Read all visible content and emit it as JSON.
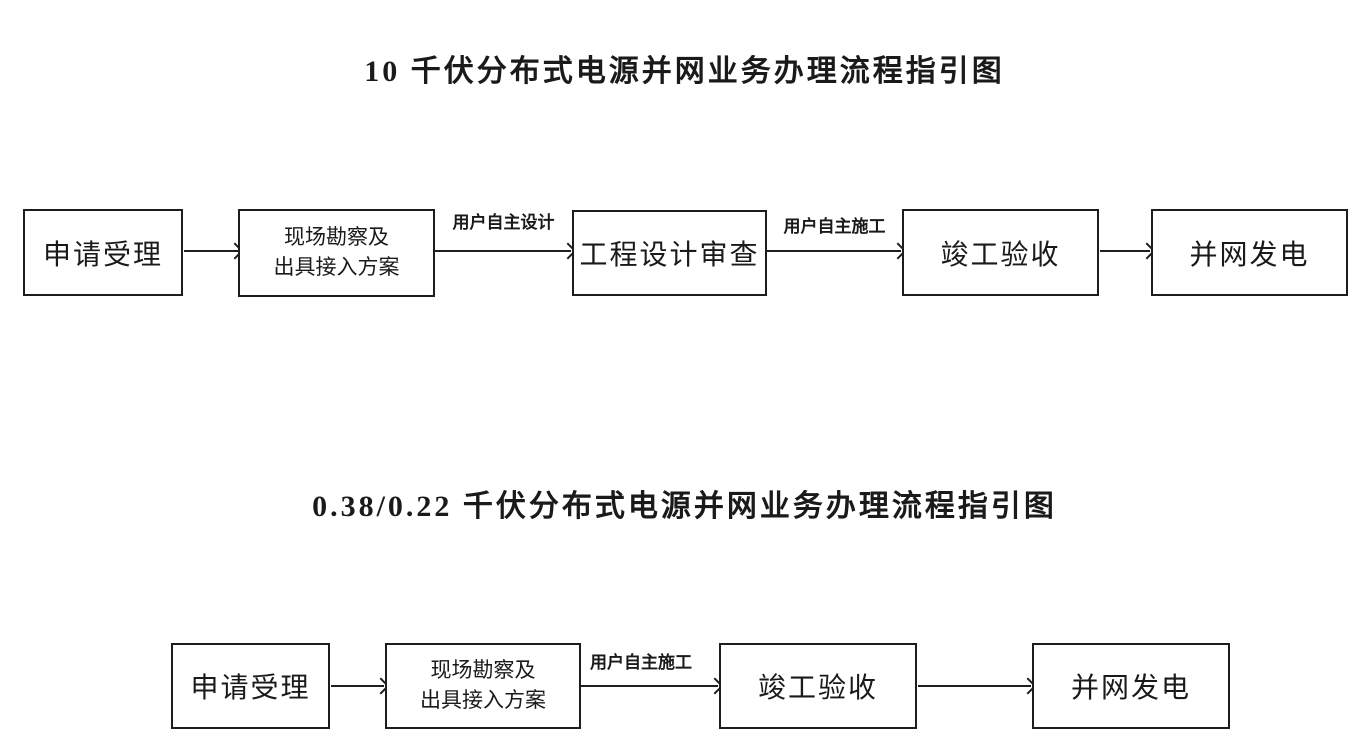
{
  "colors": {
    "background": "#ffffff",
    "line": "#1f1f1f",
    "text": "#1a1a1a"
  },
  "charts": [
    {
      "title": "10 千伏分布式电源并网业务办理流程指引图",
      "boxes": [
        {
          "label": "申请受理"
        },
        {
          "label": "现场勘察及出具接入方案",
          "line1": "现场勘察及",
          "line2": "出具接入方案"
        },
        {
          "label": "工程设计审查"
        },
        {
          "label": "竣工验收"
        },
        {
          "label": "并网发电"
        }
      ],
      "arrow_labels": [
        {
          "text": "用户自主设计"
        },
        {
          "text": "用户自主施工"
        }
      ]
    },
    {
      "title": "0.38/0.22 千伏分布式电源并网业务办理流程指引图",
      "boxes": [
        {
          "label": "申请受理"
        },
        {
          "label": "现场勘察及出具接入方案",
          "line1": "现场勘察及",
          "line2": "出具接入方案"
        },
        {
          "label": "竣工验收"
        },
        {
          "label": "并网发电"
        }
      ],
      "arrow_labels": [
        {
          "text": "用户自主施工"
        }
      ]
    }
  ]
}
